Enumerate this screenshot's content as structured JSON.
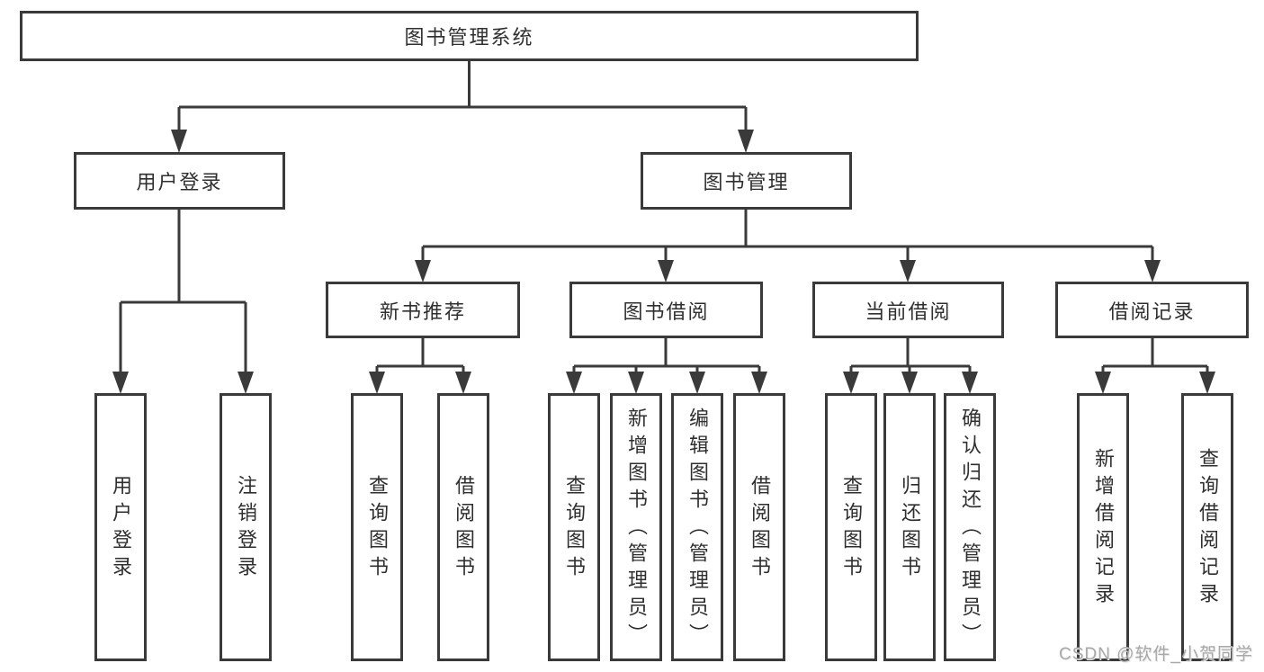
{
  "colors": {
    "line": "#3a3a3a",
    "box_border": "#3a3a3a",
    "text": "#2f2f2f",
    "watermark": "#a8a8a8",
    "background": "#ffffff"
  },
  "diagram": {
    "root": {
      "label": "图书管理系统",
      "children": [
        {
          "label": "用户登录",
          "children": [
            {
              "label": "用户登录"
            },
            {
              "label": "注销登录"
            }
          ]
        },
        {
          "label": "图书管理",
          "children": [
            {
              "label": "新书推荐",
              "children": [
                {
                  "label": "查询图书"
                },
                {
                  "label": "借阅图书"
                }
              ]
            },
            {
              "label": "图书借阅",
              "children": [
                {
                  "label": "查询图书"
                },
                {
                  "label": "新增图书（管理员）"
                },
                {
                  "label": "编辑图书（管理员）"
                },
                {
                  "label": "借阅图书"
                }
              ]
            },
            {
              "label": "当前借阅",
              "children": [
                {
                  "label": "查询图书"
                },
                {
                  "label": "归还图书"
                },
                {
                  "label": "确认归还（管理员）"
                }
              ]
            },
            {
              "label": "借阅记录",
              "children": [
                {
                  "label": "新增借阅记录"
                },
                {
                  "label": "查询借阅记录"
                }
              ]
            }
          ]
        }
      ]
    }
  },
  "watermark": {
    "text": "CSDN @软件_小贺同学"
  }
}
